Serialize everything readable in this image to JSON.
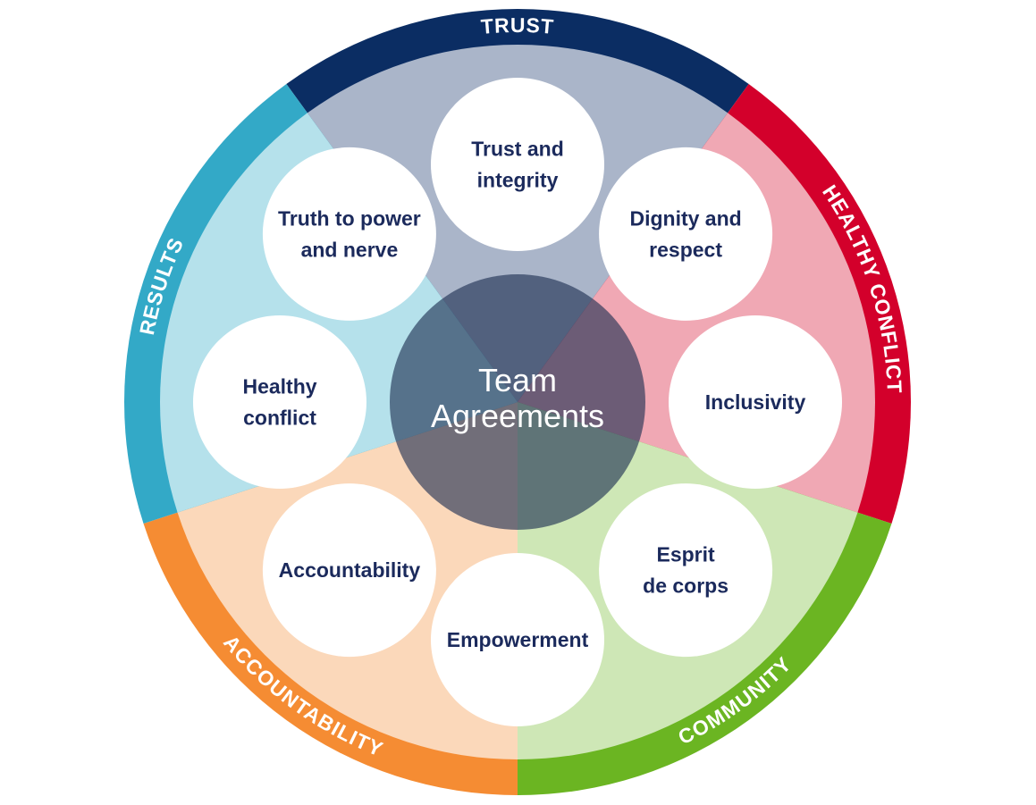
{
  "center": {
    "lines": [
      "Team",
      "Agreements"
    ]
  },
  "segments": [
    {
      "label": "TRUST",
      "ring_color": "#0b2d63",
      "fill_color": "#aab5c9",
      "text_dir": "cw"
    },
    {
      "label": "HEALTHY CONFLICT",
      "ring_color": "#d3002b",
      "fill_color": "#f0a8b4",
      "text_dir": "cw"
    },
    {
      "label": "COMMUNITY",
      "ring_color": "#6bb522",
      "fill_color": "#cee7b6",
      "text_dir": "ccw"
    },
    {
      "label": "ACCOUNTABILITY",
      "ring_color": "#f58c33",
      "fill_color": "#fbd8ba",
      "text_dir": "ccw"
    },
    {
      "label": "RESULTS",
      "ring_color": "#33a9c7",
      "fill_color": "#b5e1eb",
      "text_dir": "cw"
    }
  ],
  "values": [
    {
      "lines": [
        "Trust and",
        "integrity"
      ]
    },
    {
      "lines": [
        "Dignity and",
        "respect"
      ]
    },
    {
      "lines": [
        "Inclusivity"
      ]
    },
    {
      "lines": [
        "Esprit",
        "de corps"
      ]
    },
    {
      "lines": [
        "Empowerment"
      ]
    },
    {
      "lines": [
        "Accountability"
      ]
    },
    {
      "lines": [
        "Healthy",
        "conflict"
      ]
    },
    {
      "lines": [
        "Truth to power",
        "and nerve"
      ]
    }
  ],
  "colors": {
    "center_overlay": "#1c2d50",
    "value_text": "#1b2a5c"
  }
}
